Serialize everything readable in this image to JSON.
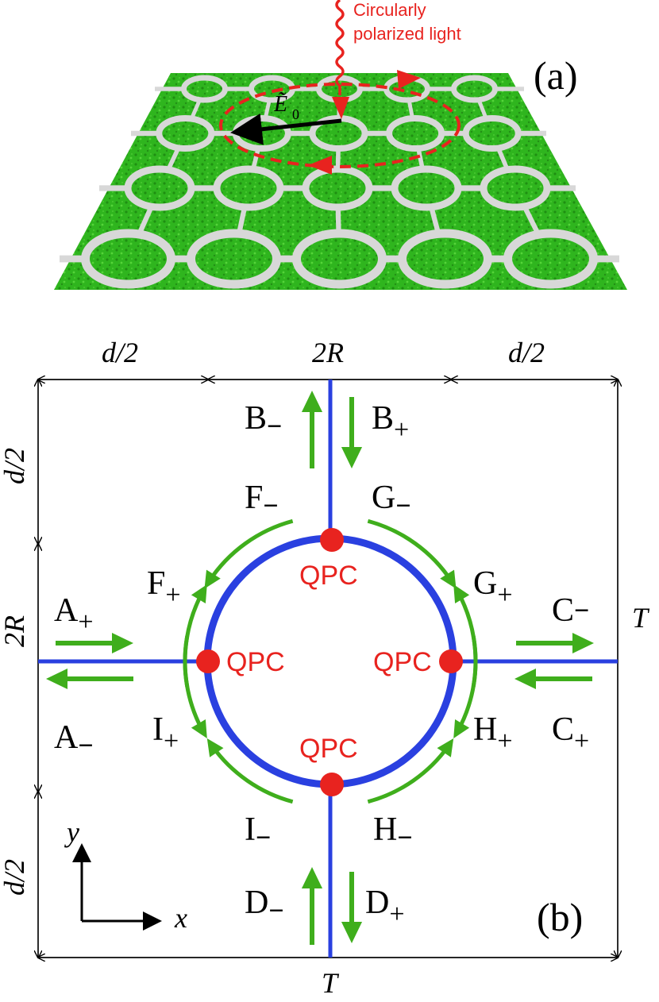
{
  "panel_a": {
    "tag": "(a)",
    "light_label_line1": "Circularly",
    "light_label_line2": "polarized light",
    "field_label": "Ẽ",
    "field_subscript": "0"
  },
  "panel_b": {
    "tag": "(b)",
    "dims": {
      "top_left": "d/2",
      "top_middle": "2R",
      "top_right": "d/2",
      "left_top": "d/2",
      "left_middle": "2R",
      "left_bottom": "d/2",
      "right": "T",
      "bottom": "T"
    },
    "qpc_label": "QPC",
    "axes": {
      "x": "x",
      "y": "y"
    },
    "channels": {
      "A_plus": {
        "letter": "A",
        "sign": "+"
      },
      "A_minus": {
        "letter": "A",
        "sign": "−"
      },
      "B_minus": {
        "letter": "B",
        "sign": "−"
      },
      "B_plus": {
        "letter": "B",
        "sign": "+"
      },
      "C_minus": {
        "letter": "C",
        "sign": "−"
      },
      "C_plus": {
        "letter": "C",
        "sign": "+"
      },
      "D_minus": {
        "letter": "D",
        "sign": "−"
      },
      "D_plus": {
        "letter": "D",
        "sign": "+"
      },
      "F_minus": {
        "letter": "F",
        "sign": "−"
      },
      "F_plus": {
        "letter": "F",
        "sign": "+"
      },
      "G_minus": {
        "letter": "G",
        "sign": "−"
      },
      "G_plus": {
        "letter": "G",
        "sign": "+"
      },
      "H_plus": {
        "letter": "H",
        "sign": "+"
      },
      "H_minus": {
        "letter": "H",
        "sign": "−"
      },
      "I_plus": {
        "letter": "I",
        "sign": "+"
      },
      "I_minus": {
        "letter": "I",
        "sign": "−"
      }
    }
  },
  "colors": {
    "wire": "#2a40e0",
    "arrow": "#3fae1c",
    "qpc": "#e8231f",
    "grass": "#2fb51e",
    "ring": "#d8d8d8"
  }
}
